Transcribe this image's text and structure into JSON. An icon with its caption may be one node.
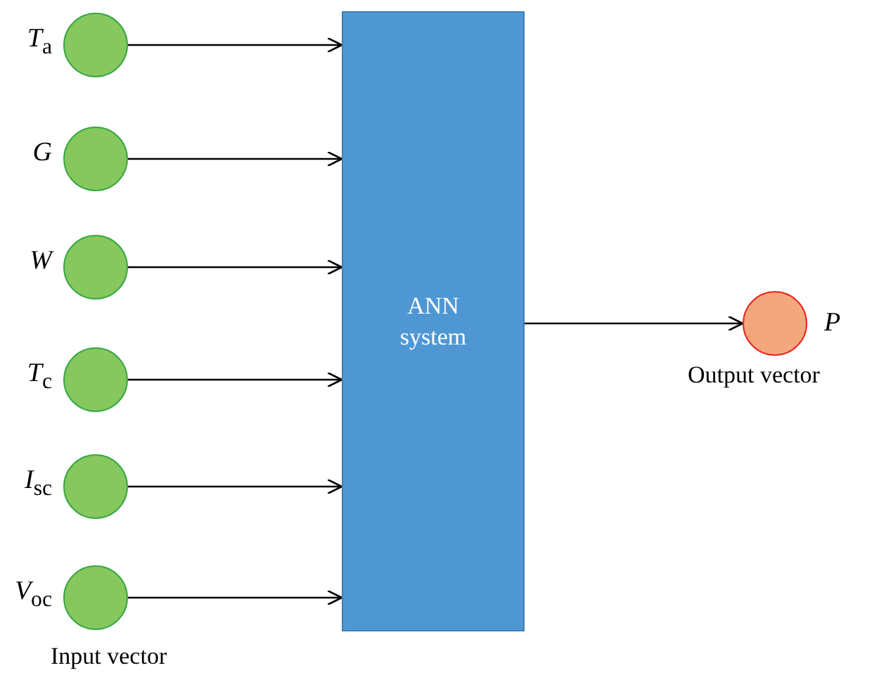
{
  "diagram": {
    "nodes": [
      {
        "text": [],
        "shape": "circle",
        "beside": [
          "*T*$_{a}$"
        ]
      },
      {
        "text": [],
        "shape": "circle",
        "beside": [
          "*G*"
        ]
      },
      {
        "text": [],
        "shape": "circle",
        "beside": [
          "*W*"
        ]
      },
      {
        "text": [],
        "shape": "circle",
        "beside": [
          "*T*$_{c}$"
        ]
      },
      {
        "text": [],
        "shape": "circle",
        "beside": [
          "*I*$_{sc}$"
        ]
      },
      {
        "text": [],
        "shape": "circle",
        "beside": [
          "*V*$_{oc}$"
        ]
      },
      {
        "text": [
          "ANN system"
        ]
      },
      {
        "text": [],
        "shape": "circle",
        "beside": [
          "*P*",
          "Output vector"
        ]
      }
    ],
    "edges": [
      {
        "from": 0,
        "to": 6,
        "arrow": "to"
      },
      {
        "from": 1,
        "to": 6,
        "arrow": "to"
      },
      {
        "from": 2,
        "to": 6,
        "arrow": "to"
      },
      {
        "from": 3,
        "to": 6,
        "arrow": "to"
      },
      {
        "from": 4,
        "to": 6,
        "arrow": "to"
      },
      {
        "from": 5,
        "to": 6,
        "arrow": "to"
      },
      {
        "from": 6,
        "to": 7,
        "arrow": "to"
      }
    ],
    "labels": [
      "Input vector"
    ]
  }
}
